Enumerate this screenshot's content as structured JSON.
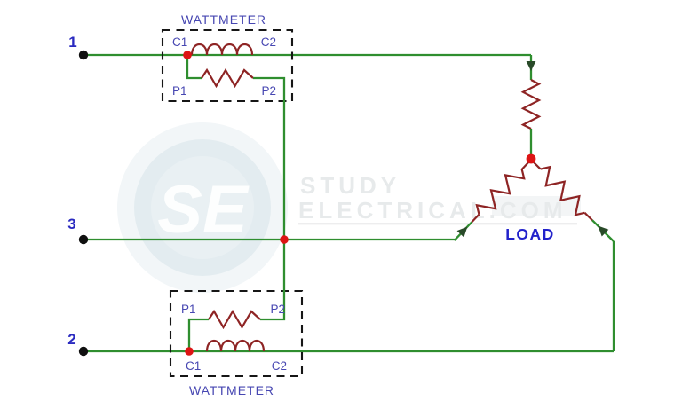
{
  "diagram": {
    "phase_labels": {
      "line1": "1",
      "line3": "3",
      "line2": "2"
    },
    "wattmeter_top": {
      "label": "WATTMETER",
      "c1": "C1",
      "c2": "C2",
      "p1": "P1",
      "p2": "P2"
    },
    "wattmeter_bottom": {
      "label": "WATTMETER",
      "c1": "C1",
      "c2": "C2",
      "p1": "P1",
      "p2": "P2"
    },
    "load_label": "LOAD"
  },
  "watermark": {
    "logo_text": "SE",
    "line1": "STUDY",
    "line2": "ELECTRICAL.COM"
  },
  "colors": {
    "wire": "#2f8e2f",
    "component": "#8e2424",
    "junction": "#dd1414",
    "terminal": "#101010",
    "label_blue": "#4747b2",
    "phase_blue": "#2a2ac0",
    "load_blue": "#2222cb",
    "box_dash": "#161616",
    "watermark_gray": "#e7eaeb",
    "arrow": "#294a29"
  }
}
